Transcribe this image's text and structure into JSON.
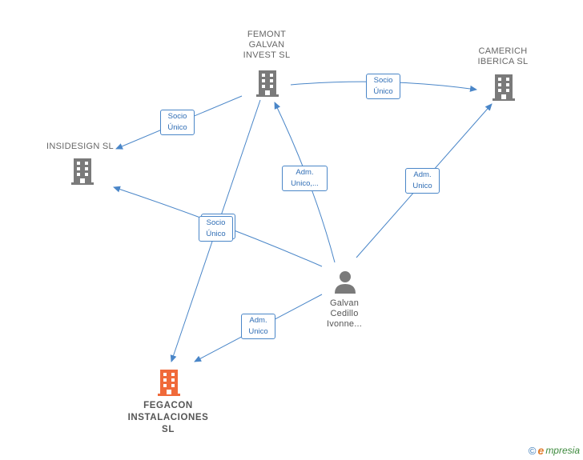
{
  "colors": {
    "edge": "#4a86c8",
    "company_icon": "#7a7a7a",
    "focus_icon": "#f06a3a",
    "person_icon": "#7a7a7a"
  },
  "nodes": {
    "femont": {
      "label": "FEMONT\nGALVAN\nINVEST  SL",
      "icon": "building-icon"
    },
    "camerich": {
      "label": "CAMERICH\nIBERICA  SL",
      "icon": "building-icon"
    },
    "insidesign": {
      "label": "INSIDESIGN SL",
      "icon": "building-icon"
    },
    "fegacon": {
      "label": "FEGACON\nINSTALACIONES\nSL",
      "icon": "building-icon"
    },
    "galvan": {
      "label": "Galvan\nCedillo\nIvonne...",
      "icon": "person-icon"
    }
  },
  "edges": {
    "femont_insidesign": "Socio\nÚnico",
    "femont_camerich": "Socio\nÚnico",
    "galvan_femont": "Adm.\nUnico,...",
    "galvan_camerich": "Adm.\nUnico",
    "socio_unico_stacked": "Socio\nÚnico",
    "galvan_fegacon": "Adm.\nUnico"
  },
  "footer": {
    "copyright": "©",
    "brand_initial": "e",
    "brand_rest": "mpresia"
  }
}
